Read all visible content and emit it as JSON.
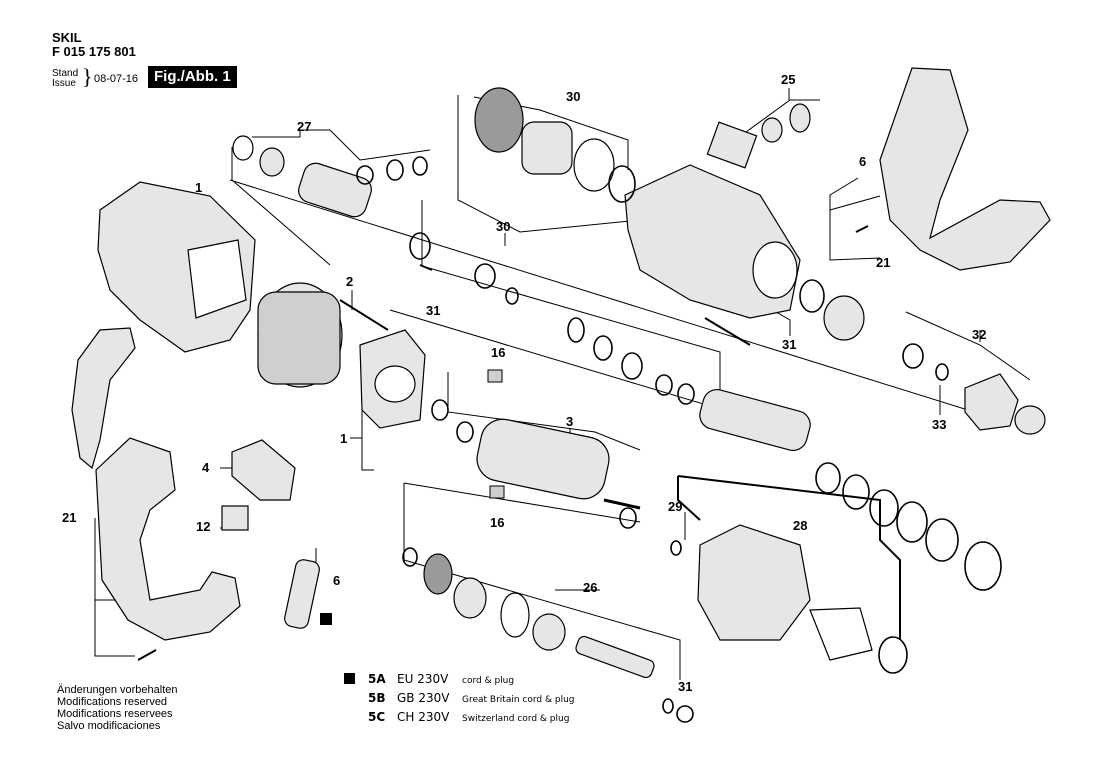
{
  "header": {
    "brand": "SKIL",
    "part_number": "F 015 175 801",
    "stand_label": "Stand",
    "issue_label": "Issue",
    "date": "08-07-16",
    "figure_label": "Fig./Abb. 1"
  },
  "callouts": {
    "c1a": "1",
    "c1b": "1",
    "c2": "2",
    "c3": "3",
    "c4": "4",
    "c6a": "6",
    "c6b": "6",
    "c12": "12",
    "c16a": "16",
    "c16b": "16",
    "c21a": "21",
    "c21b": "21",
    "c25": "25",
    "c26": "26",
    "c27": "27",
    "c28": "28",
    "c29": "29",
    "c30a": "30",
    "c30b": "30",
    "c31a": "31",
    "c31b": "31",
    "c31c": "31",
    "c32": "32",
    "c33": "33"
  },
  "modifications": [
    "Änderungen vorbehalten",
    "Modifications reserved",
    "Modifications reservees",
    "Salvo modificaciones"
  ],
  "variants": [
    {
      "code": "5A",
      "voltage": "EU 230V",
      "description": "cord & plug"
    },
    {
      "code": "5B",
      "voltage": "GB 230V",
      "description": "Great Britain cord & plug"
    },
    {
      "code": "5C",
      "voltage": "CH 230V",
      "description": "Switzerland cord & plug"
    }
  ],
  "colors": {
    "ink": "#000000",
    "part_fill": "#e6e6e6",
    "part_dark": "#9a9a9a",
    "background": "#ffffff"
  }
}
